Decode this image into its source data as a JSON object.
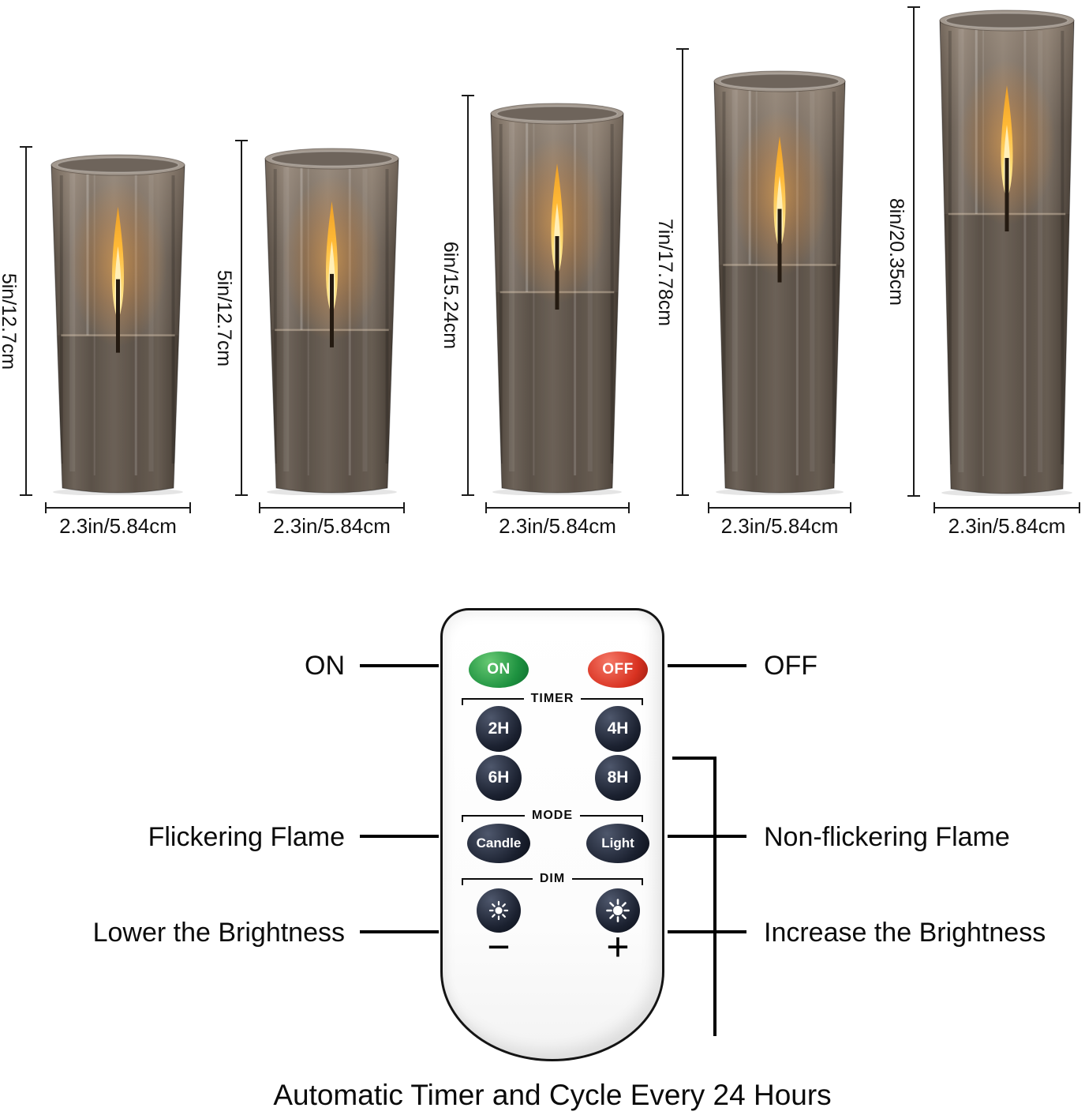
{
  "candles": [
    {
      "height": "5in/12.7cm",
      "width": "2.3in/5.84cm"
    },
    {
      "height": "5in/12.7cm",
      "width": "2.3in/5.84cm"
    },
    {
      "height": "6in/15.24cm",
      "width": "2.3in/5.84cm"
    },
    {
      "height": "7in/17.78cm",
      "width": "2.3in/5.84cm"
    },
    {
      "height": "8in/20.35cm",
      "width": "2.3in/5.84cm"
    }
  ],
  "remote": {
    "power": {
      "on": "ON",
      "off": "OFF"
    },
    "timer": {
      "label": "TIMER",
      "buttons": [
        "2H",
        "4H",
        "6H",
        "8H"
      ]
    },
    "mode": {
      "label": "MODE",
      "buttons": [
        "Candle",
        "Light"
      ]
    },
    "dim": {
      "label": "DIM",
      "decrease": "−",
      "increase": "+"
    }
  },
  "callouts": {
    "on": "ON",
    "off": "OFF",
    "flickering_flame": "Flickering Flame",
    "non_flickering_flame": "Non-flickering Flame",
    "lower_brightness": "Lower the Brightness",
    "increase_brightness": "Increase the Brightness"
  },
  "footer": "Automatic Timer and Cycle Every 24 Hours",
  "colors": {
    "on_green": "#1e9240",
    "off_red": "#d93221",
    "button_dark": "#1b2130",
    "flame_orange": "#ffb936"
  }
}
